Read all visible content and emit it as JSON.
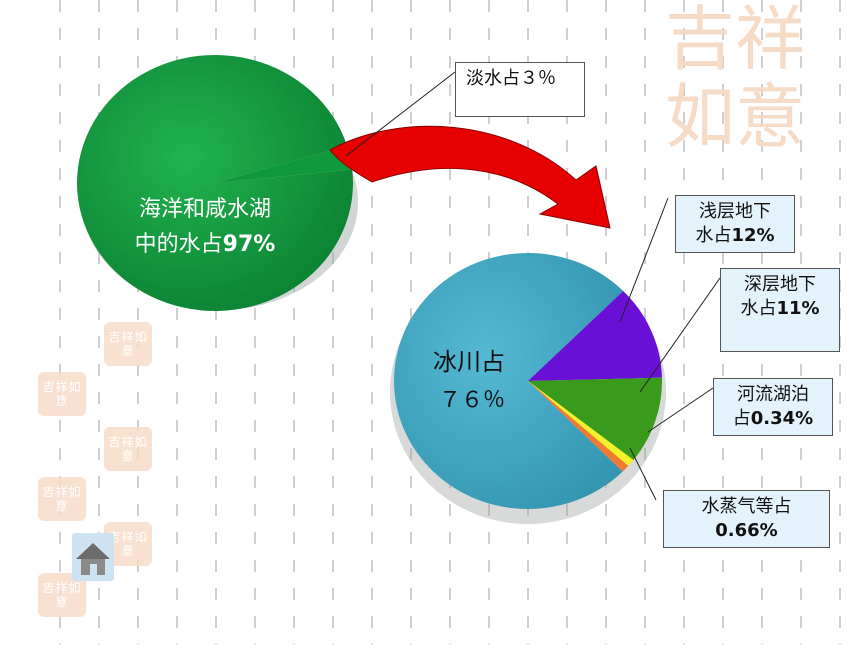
{
  "chart_data": [
    {
      "type": "pie",
      "slices": [
        {
          "label": "海洋和咸水湖中的水占97%",
          "value": 97,
          "color": "#0e9a3c"
        },
        {
          "label": "淡水占３％",
          "value": 3,
          "color": "#0e9a3c"
        }
      ]
    },
    {
      "type": "pie",
      "slices": [
        {
          "label": "冰川占７６％",
          "value": 76,
          "color": "#43a6c1"
        },
        {
          "label": "浅层地下水占12%",
          "value": 12,
          "color": "#6a10d6"
        },
        {
          "label": "深层地下水占11%",
          "value": 11,
          "color": "#3a9a1c"
        },
        {
          "label": "河流湖泊占0.34%",
          "value": 0.34,
          "color": "#f2f22a"
        },
        {
          "label": "水蒸气等占0.66%",
          "value": 0.66,
          "color": "#f07a30"
        }
      ]
    }
  ],
  "labels": {
    "sea_line1": "海洋和咸水湖",
    "sea_line2_text": "中的水占",
    "sea_line2_pct": "97%",
    "glacier_line1": "冰川占",
    "glacier_line2": "７６％",
    "fresh": "淡水占３％",
    "shallow_line1": "浅层地下",
    "shallow_line2_text": "水占",
    "shallow_line2_pct": "12%",
    "deep_line1": "深层地下",
    "deep_line2_text": "水占",
    "deep_line2_pct": "11%",
    "river_line1": "河流湖泊",
    "river_line2_text": "占",
    "river_line2_pct": "0.34%",
    "vapor_line1": "水蒸气等占",
    "vapor_line2_pct": "0.66%"
  },
  "decor": {
    "seal_text": "吉祥如意",
    "big_seal_text": "吉祥如意"
  },
  "colors": {
    "arrow": "#e60000",
    "sea_pie": "#0e9a3c",
    "glacier_pie": "#43a6c1",
    "callout_bg": "#e3f2fb",
    "seal": "#f7dcc8"
  },
  "icons": {
    "home": "home-icon"
  }
}
